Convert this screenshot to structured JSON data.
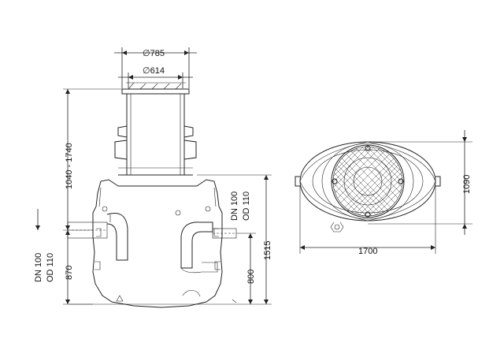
{
  "dimensions": {
    "cover_outer": "∅785",
    "cover_inner": "∅614",
    "shaft_height": "1040 - 1740",
    "inlet_height": "870",
    "outlet_height": "800",
    "total_height": "1515",
    "plan_length": "1700",
    "plan_width": "1090"
  },
  "pipes": {
    "inlet_dn": "DN 100",
    "inlet_od": "OD 110",
    "outlet_dn": "DN 100",
    "outlet_od": "OD 110"
  }
}
